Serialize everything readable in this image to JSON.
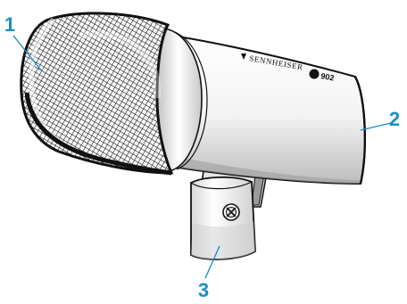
{
  "callouts": [
    {
      "label": "1"
    },
    {
      "label": "2"
    },
    {
      "label": "3"
    }
  ],
  "product": {
    "brand": "SENNHEISER",
    "model": "902"
  },
  "colors": {
    "callout": "#1a8fc4",
    "outline": "#111111",
    "body": "#f2f2f2",
    "shade": "#cfcfcf"
  }
}
